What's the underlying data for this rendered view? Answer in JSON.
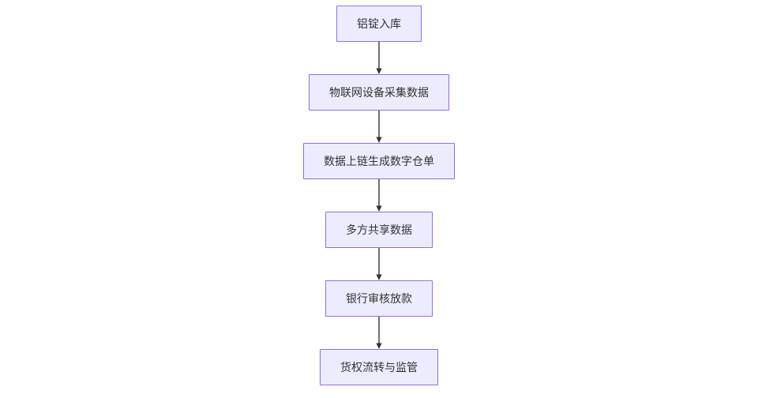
{
  "diagram": {
    "type": "flowchart",
    "direction": "top-down",
    "colors": {
      "background": "#ffffff",
      "node-fill": "#ECECFF",
      "node-border": "#9370DB",
      "node-text": "#333333",
      "arrow-color": "#333333"
    },
    "nodes": [
      {
        "id": "A",
        "label": "铝锭入库"
      },
      {
        "id": "B",
        "label": "物联网设备采集数据"
      },
      {
        "id": "C",
        "label": "数据上链生成数字仓单"
      },
      {
        "id": "D",
        "label": "多方共享数据"
      },
      {
        "id": "E",
        "label": "银行审核放款"
      },
      {
        "id": "F",
        "label": "货权流转与监管"
      }
    ],
    "edges": [
      {
        "from": "A",
        "to": "B"
      },
      {
        "from": "B",
        "to": "C"
      },
      {
        "from": "C",
        "to": "D"
      },
      {
        "from": "D",
        "to": "E"
      },
      {
        "from": "E",
        "to": "F"
      }
    ]
  }
}
